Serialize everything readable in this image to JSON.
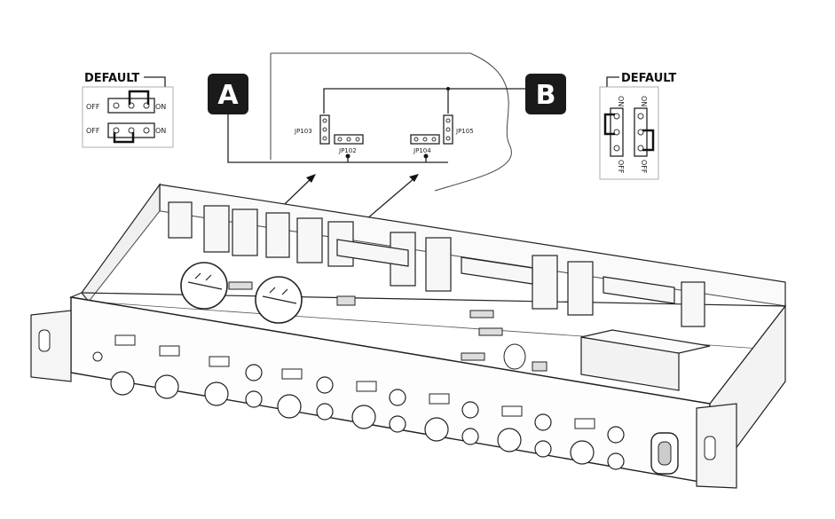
{
  "callout_a": {
    "letter": "A"
  },
  "callout_b": {
    "letter": "B"
  },
  "default_left": {
    "title": "DEFAULT",
    "row1_off": "OFF",
    "row1_on": "ON",
    "row2_off": "OFF",
    "row2_on": "ON"
  },
  "default_right": {
    "title": "DEFAULT",
    "col1_on": "ON",
    "col1_off": "OFF",
    "col2_on": "ON",
    "col2_off": "OFF"
  },
  "jumpers": {
    "jp103": "JP103",
    "jp102": "JP102",
    "jp104": "JP104",
    "jp105": "JP105"
  }
}
